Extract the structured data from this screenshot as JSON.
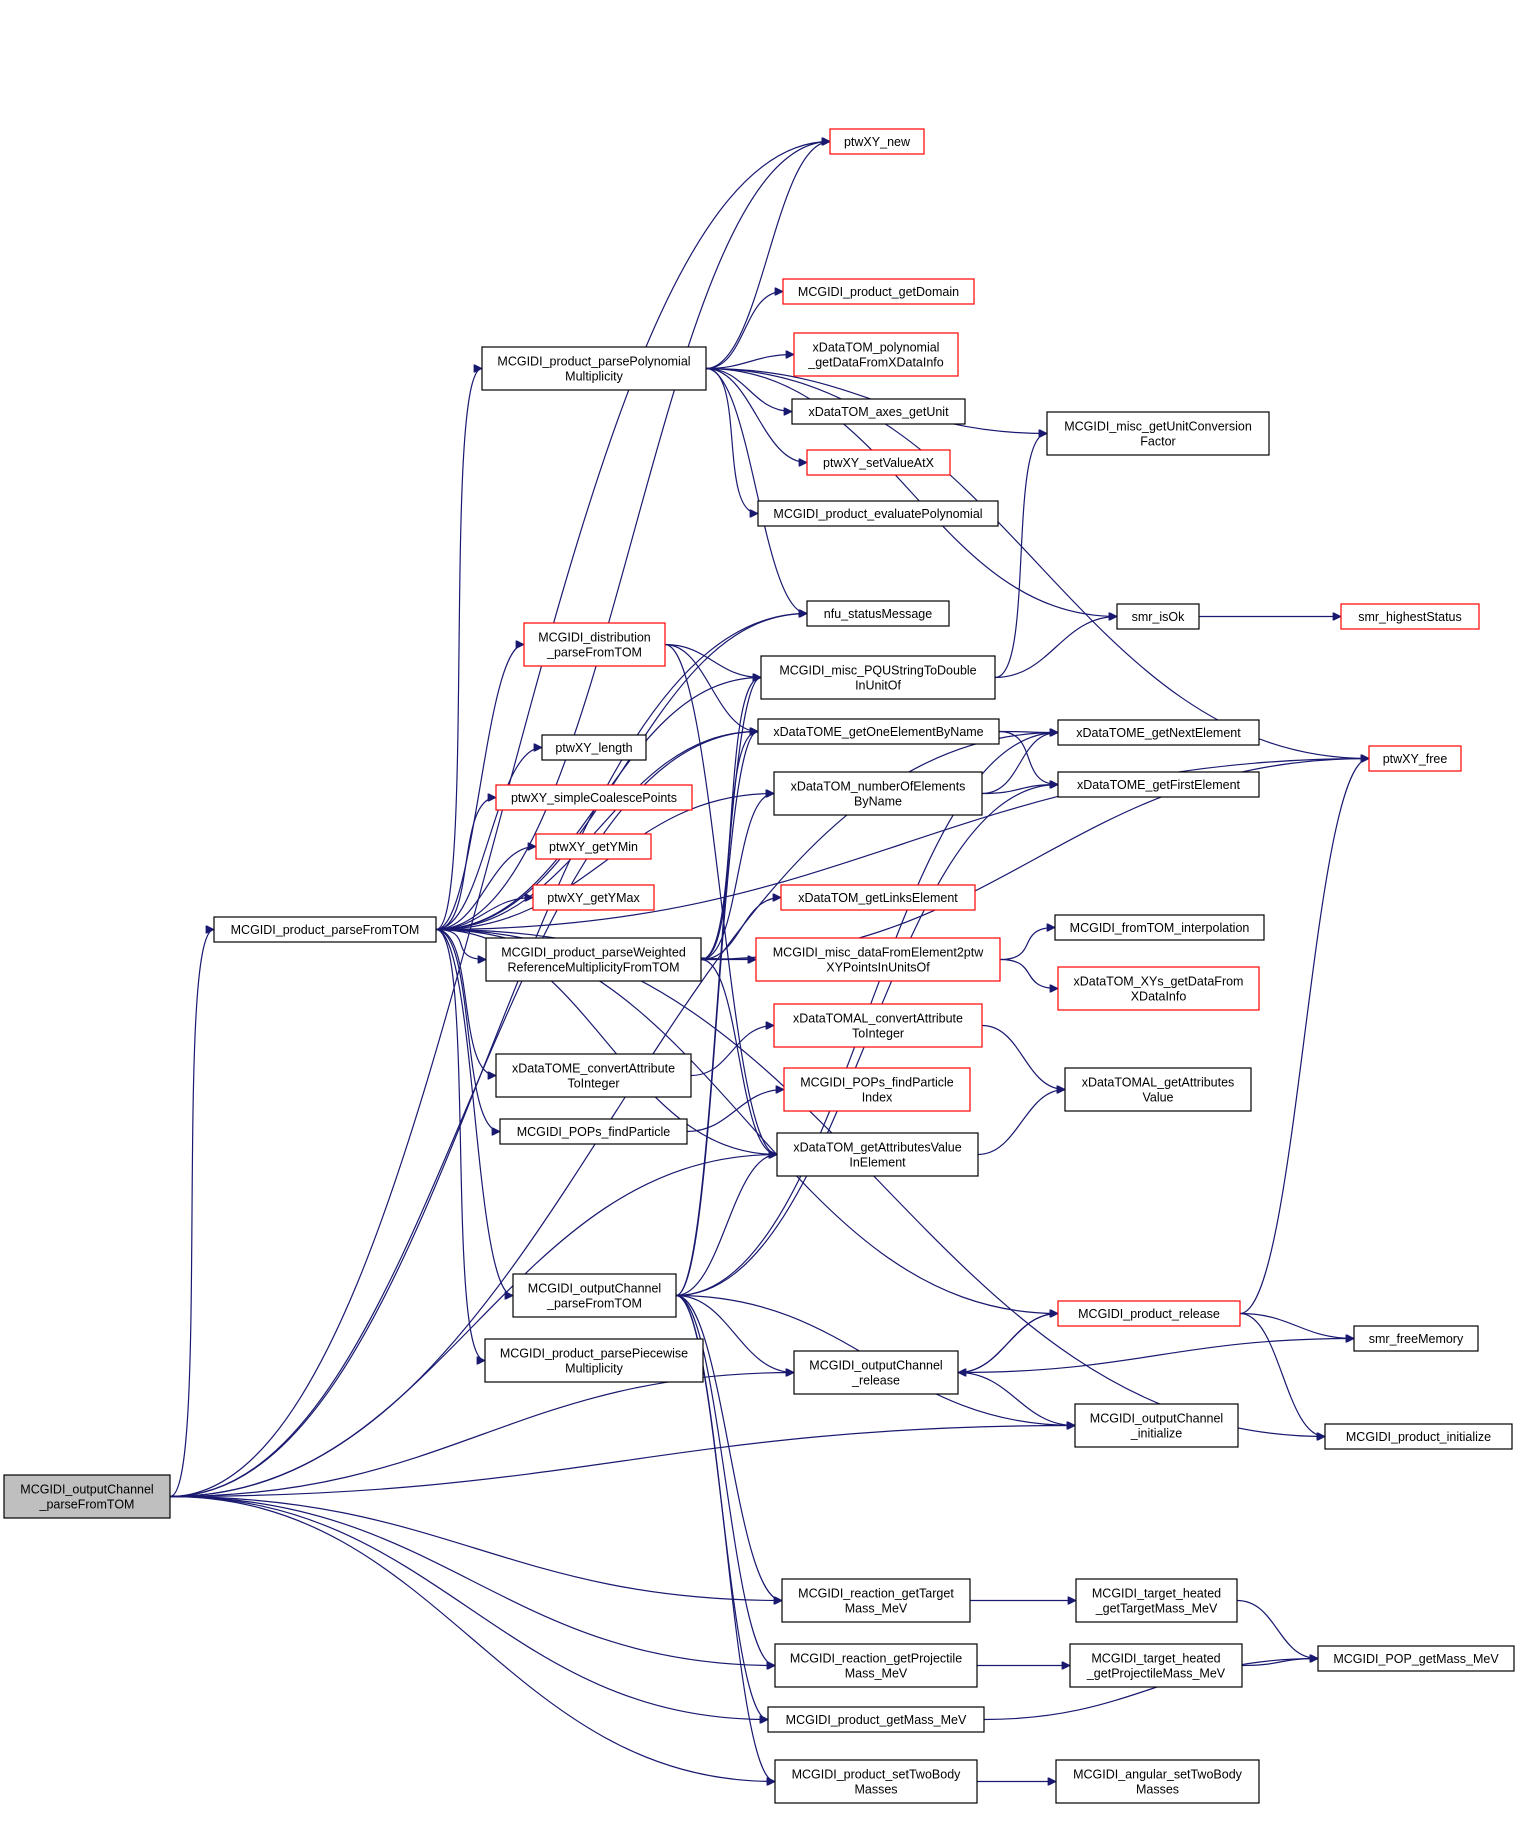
{
  "nodes": {
    "root": {
      "lines": [
        "MCGIDI_outputChannel",
        "_parseFromTOM"
      ],
      "style": "root"
    },
    "product_parseFromTOM": {
      "lines": [
        "MCGIDI_product_parseFromTOM"
      ],
      "style": "black"
    },
    "parsePolynomial": {
      "lines": [
        "MCGIDI_product_parsePolynomial",
        "Multiplicity"
      ],
      "style": "black"
    },
    "ptwXY_new": {
      "lines": [
        "ptwXY_new"
      ],
      "style": "red"
    },
    "product_getDomain": {
      "lines": [
        "MCGIDI_product_getDomain"
      ],
      "style": "red"
    },
    "polynomial_getData": {
      "lines": [
        "xDataTOM_polynomial",
        "_getDataFromXDataInfo"
      ],
      "style": "red"
    },
    "axes_getUnit": {
      "lines": [
        "xDataTOM_axes_getUnit"
      ],
      "style": "black"
    },
    "ptwXY_setValueAtX": {
      "lines": [
        "ptwXY_setValueAtX"
      ],
      "style": "red"
    },
    "evaluatePolynomial": {
      "lines": [
        "MCGIDI_product_evaluatePolynomial"
      ],
      "style": "black"
    },
    "nfu_statusMessage": {
      "lines": [
        "nfu_statusMessage"
      ],
      "style": "black"
    },
    "misc_getUnitConversion": {
      "lines": [
        "MCGIDI_misc_getUnitConversion",
        "Factor"
      ],
      "style": "black"
    },
    "smr_isOk": {
      "lines": [
        "smr_isOk"
      ],
      "style": "black"
    },
    "smr_highestStatus": {
      "lines": [
        "smr_highestStatus"
      ],
      "style": "red"
    },
    "distribution_parse": {
      "lines": [
        "MCGIDI_distribution",
        "_parseFromTOM"
      ],
      "style": "red"
    },
    "misc_PQUString": {
      "lines": [
        "MCGIDI_misc_PQUStringToDouble",
        "InUnitOf"
      ],
      "style": "black"
    },
    "getOneElementByName": {
      "lines": [
        "xDataTOME_getOneElementByName"
      ],
      "style": "black"
    },
    "getNextElement": {
      "lines": [
        "xDataTOME_getNextElement"
      ],
      "style": "black"
    },
    "ptwXY_free": {
      "lines": [
        "ptwXY_free"
      ],
      "style": "red"
    },
    "ptwXY_length": {
      "lines": [
        "ptwXY_length"
      ],
      "style": "black"
    },
    "numberOfElements": {
      "lines": [
        "xDataTOM_numberOfElements",
        "ByName"
      ],
      "style": "black"
    },
    "getFirstElement": {
      "lines": [
        "xDataTOME_getFirstElement"
      ],
      "style": "black"
    },
    "simpleCoalesce": {
      "lines": [
        "ptwXY_simpleCoalescePoints"
      ],
      "style": "red"
    },
    "getYMin": {
      "lines": [
        "ptwXY_getYMin"
      ],
      "style": "red"
    },
    "getYMax": {
      "lines": [
        "ptwXY_getYMax"
      ],
      "style": "red"
    },
    "getLinksElement": {
      "lines": [
        "xDataTOM_getLinksElement"
      ],
      "style": "red"
    },
    "parseWeighted": {
      "lines": [
        "MCGIDI_product_parseWeighted",
        "ReferenceMultiplicityFromTOM"
      ],
      "style": "black"
    },
    "dataFromElement": {
      "lines": [
        "MCGIDI_misc_dataFromElement2ptw",
        "XYPointsInUnitsOf"
      ],
      "style": "red"
    },
    "fromTOM_interpolation": {
      "lines": [
        "MCGIDI_fromTOM_interpolation"
      ],
      "style": "black"
    },
    "XYs_getData": {
      "lines": [
        "xDataTOM_XYs_getDataFrom",
        "XDataInfo"
      ],
      "style": "red"
    },
    "TOMAL_convert": {
      "lines": [
        "xDataTOMAL_convertAttribute",
        "ToInteger"
      ],
      "style": "red"
    },
    "TOME_convert": {
      "lines": [
        "xDataTOME_convertAttribute",
        "ToInteger"
      ],
      "style": "black"
    },
    "TOMAL_getAttrValue": {
      "lines": [
        "xDataTOMAL_getAttributes",
        "Value"
      ],
      "style": "black"
    },
    "POPs_findParticleIndex": {
      "lines": [
        "MCGIDI_POPs_findParticle",
        "Index"
      ],
      "style": "red"
    },
    "POPs_findParticle": {
      "lines": [
        "MCGIDI_POPs_findParticle"
      ],
      "style": "black"
    },
    "getAttrValueInElement": {
      "lines": [
        "xDataTOM_getAttributesValue",
        "InElement"
      ],
      "style": "black"
    },
    "outputChannel_parse2": {
      "lines": [
        "MCGIDI_outputChannel",
        "_parseFromTOM"
      ],
      "style": "black"
    },
    "product_release": {
      "lines": [
        "MCGIDI_product_release"
      ],
      "style": "red"
    },
    "smr_freeMemory": {
      "lines": [
        "smr_freeMemory"
      ],
      "style": "black"
    },
    "parsePiecewise": {
      "lines": [
        "MCGIDI_product_parsePiecewise",
        "Multiplicity"
      ],
      "style": "black"
    },
    "outputChannel_release": {
      "lines": [
        "MCGIDI_outputChannel",
        "_release"
      ],
      "style": "black"
    },
    "outputChannel_initialize": {
      "lines": [
        "MCGIDI_outputChannel",
        "_initialize"
      ],
      "style": "black"
    },
    "product_initialize": {
      "lines": [
        "MCGIDI_product_initialize"
      ],
      "style": "black"
    },
    "reaction_getTargetMass": {
      "lines": [
        "MCGIDI_reaction_getTarget",
        "Mass_MeV"
      ],
      "style": "black"
    },
    "target_getTargetMass": {
      "lines": [
        "MCGIDI_target_heated",
        "_getTargetMass_MeV"
      ],
      "style": "black"
    },
    "POP_getMass": {
      "lines": [
        "MCGIDI_POP_getMass_MeV"
      ],
      "style": "black"
    },
    "reaction_getProjectileMass": {
      "lines": [
        "MCGIDI_reaction_getProjectile",
        "Mass_MeV"
      ],
      "style": "black"
    },
    "target_getProjectileMass": {
      "lines": [
        "MCGIDI_target_heated",
        "_getProjectileMass_MeV"
      ],
      "style": "black"
    },
    "product_getMass": {
      "lines": [
        "MCGIDI_product_getMass_MeV"
      ],
      "style": "black"
    },
    "product_setTwoBody": {
      "lines": [
        "MCGIDI_product_setTwoBody",
        "Masses"
      ],
      "style": "black"
    },
    "angular_setTwoBody": {
      "lines": [
        "MCGIDI_angular_setTwoBody",
        "Masses"
      ],
      "style": "black"
    }
  },
  "colors": {
    "edge": "#191970",
    "red_border": "#ff0000",
    "black_border": "#000000",
    "root_fill": "#bfbfbf"
  }
}
